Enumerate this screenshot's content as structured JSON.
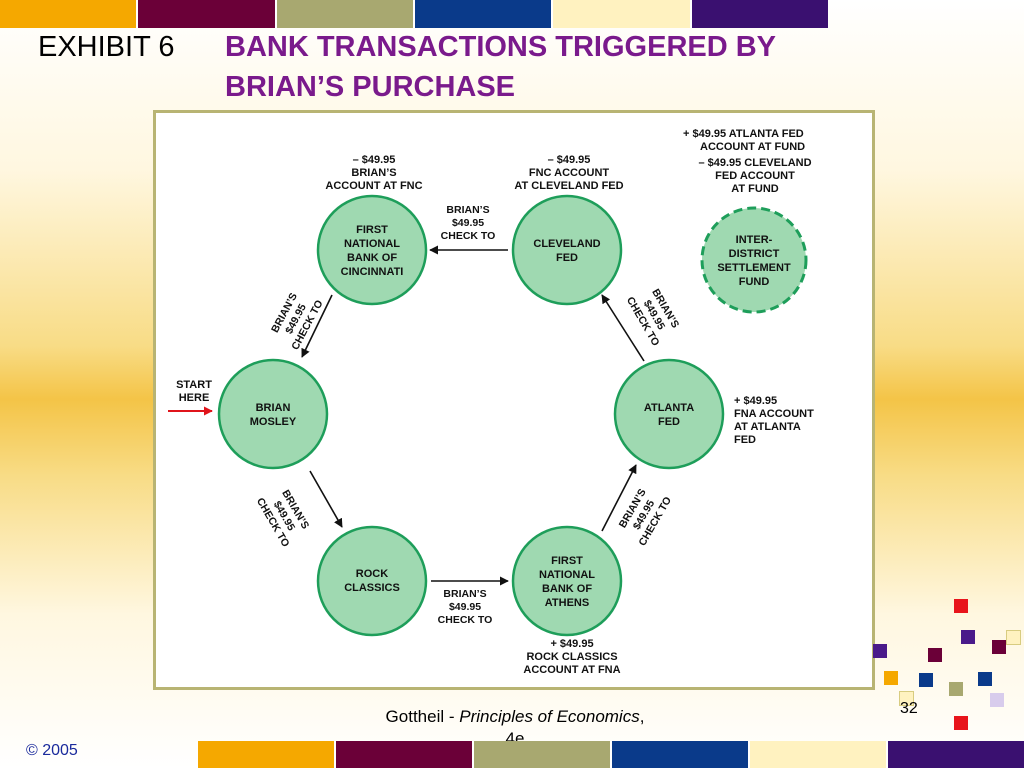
{
  "colors": {
    "top_bar": [
      "#f5a800",
      "#6b0038",
      "#a8a870",
      "#0a3a8a",
      "#fff2c0",
      "#3a1070"
    ],
    "node_fill": "#9fd9b1",
    "node_stroke": "#1e9e5a",
    "title_color": "#7a1a8c",
    "start_arrow": "#e0141b"
  },
  "header": {
    "exhibit": "EXHIBIT 6",
    "title_line1": "BANK TRANSACTIONS TRIGGERED BY",
    "title_line2": "BRIAN’S PURCHASE"
  },
  "diagram": {
    "nodes": {
      "fnbc": [
        "FIRST",
        "NATIONAL",
        "BANK OF",
        "CINCINNATI"
      ],
      "cleveland": [
        "CLEVELAND",
        "FED"
      ],
      "brian": [
        "BRIAN",
        "MOSLEY"
      ],
      "atlanta": [
        "ATLANTA",
        "FED"
      ],
      "rock": [
        "ROCK",
        "CLASSICS"
      ],
      "fna": [
        "FIRST",
        "NATIONAL",
        "BANK OF",
        "ATHENS"
      ],
      "fund": [
        "INTER-",
        "DISTRICT",
        "SETTLEMENT",
        "FUND"
      ]
    },
    "notes": {
      "fnbc": [
        "– $49.95",
        "BRIAN’S",
        "ACCOUNT AT FNC"
      ],
      "cleveland": [
        "– $49.95",
        "FNC ACCOUNT",
        "AT CLEVELAND FED"
      ],
      "fund_plus": [
        "+ $49.95 ATLANTA FED",
        "ACCOUNT AT FUND"
      ],
      "fund_minus": [
        "– $49.95 CLEVELAND",
        "FED ACCOUNT",
        "AT FUND"
      ],
      "atlanta": [
        "+ $49.95",
        "FNA ACCOUNT",
        "AT ATLANTA",
        "FED"
      ],
      "fna": [
        "+ $49.95",
        "ROCK CLASSICS",
        "ACCOUNT AT FNA"
      ],
      "start": [
        "START",
        "HERE"
      ]
    },
    "edge_labels": {
      "top": [
        "BRIAN’S",
        "$49.95",
        "CHECK TO"
      ],
      "bottom": [
        "BRIAN’S",
        "$49.95",
        "CHECK TO"
      ],
      "upper_left": [
        "BRIAN’S",
        "$49.95",
        "CHECK TO"
      ],
      "lower_left": [
        "BRIAN’S",
        "$49.95",
        "CHECK TO"
      ],
      "upper_right": [
        "BRIAN’S",
        "$49.95",
        "CHECK TO"
      ],
      "lower_right": [
        "BRIAN’S",
        "$49.95",
        "CHECK TO"
      ]
    }
  },
  "footer": {
    "author": "Gottheil - ",
    "book": "Principles of Economics",
    "comma": ",",
    "edition": "4e",
    "page": "32",
    "copyright": "© 2005"
  }
}
